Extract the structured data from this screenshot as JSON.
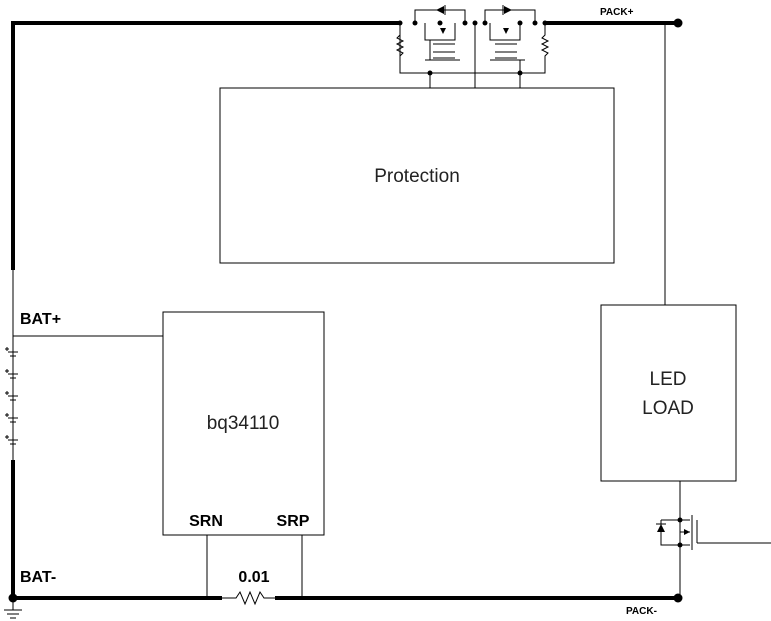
{
  "labels": {
    "pack_plus": "PACK+",
    "pack_minus": "PACK-",
    "bat_plus": "BAT+",
    "bat_minus": "BAT-",
    "resistor_value": "0.01"
  },
  "blocks": {
    "protection": "Protection",
    "gauge": "bq34110",
    "gauge_srn": "SRN",
    "gauge_srp": "SRP",
    "led_line1": "LED",
    "led_line2": "LOAD"
  },
  "icons": [
    "mosfet-icon",
    "diode-icon",
    "resistor-icon",
    "battery-cell-icon",
    "ground-icon"
  ]
}
